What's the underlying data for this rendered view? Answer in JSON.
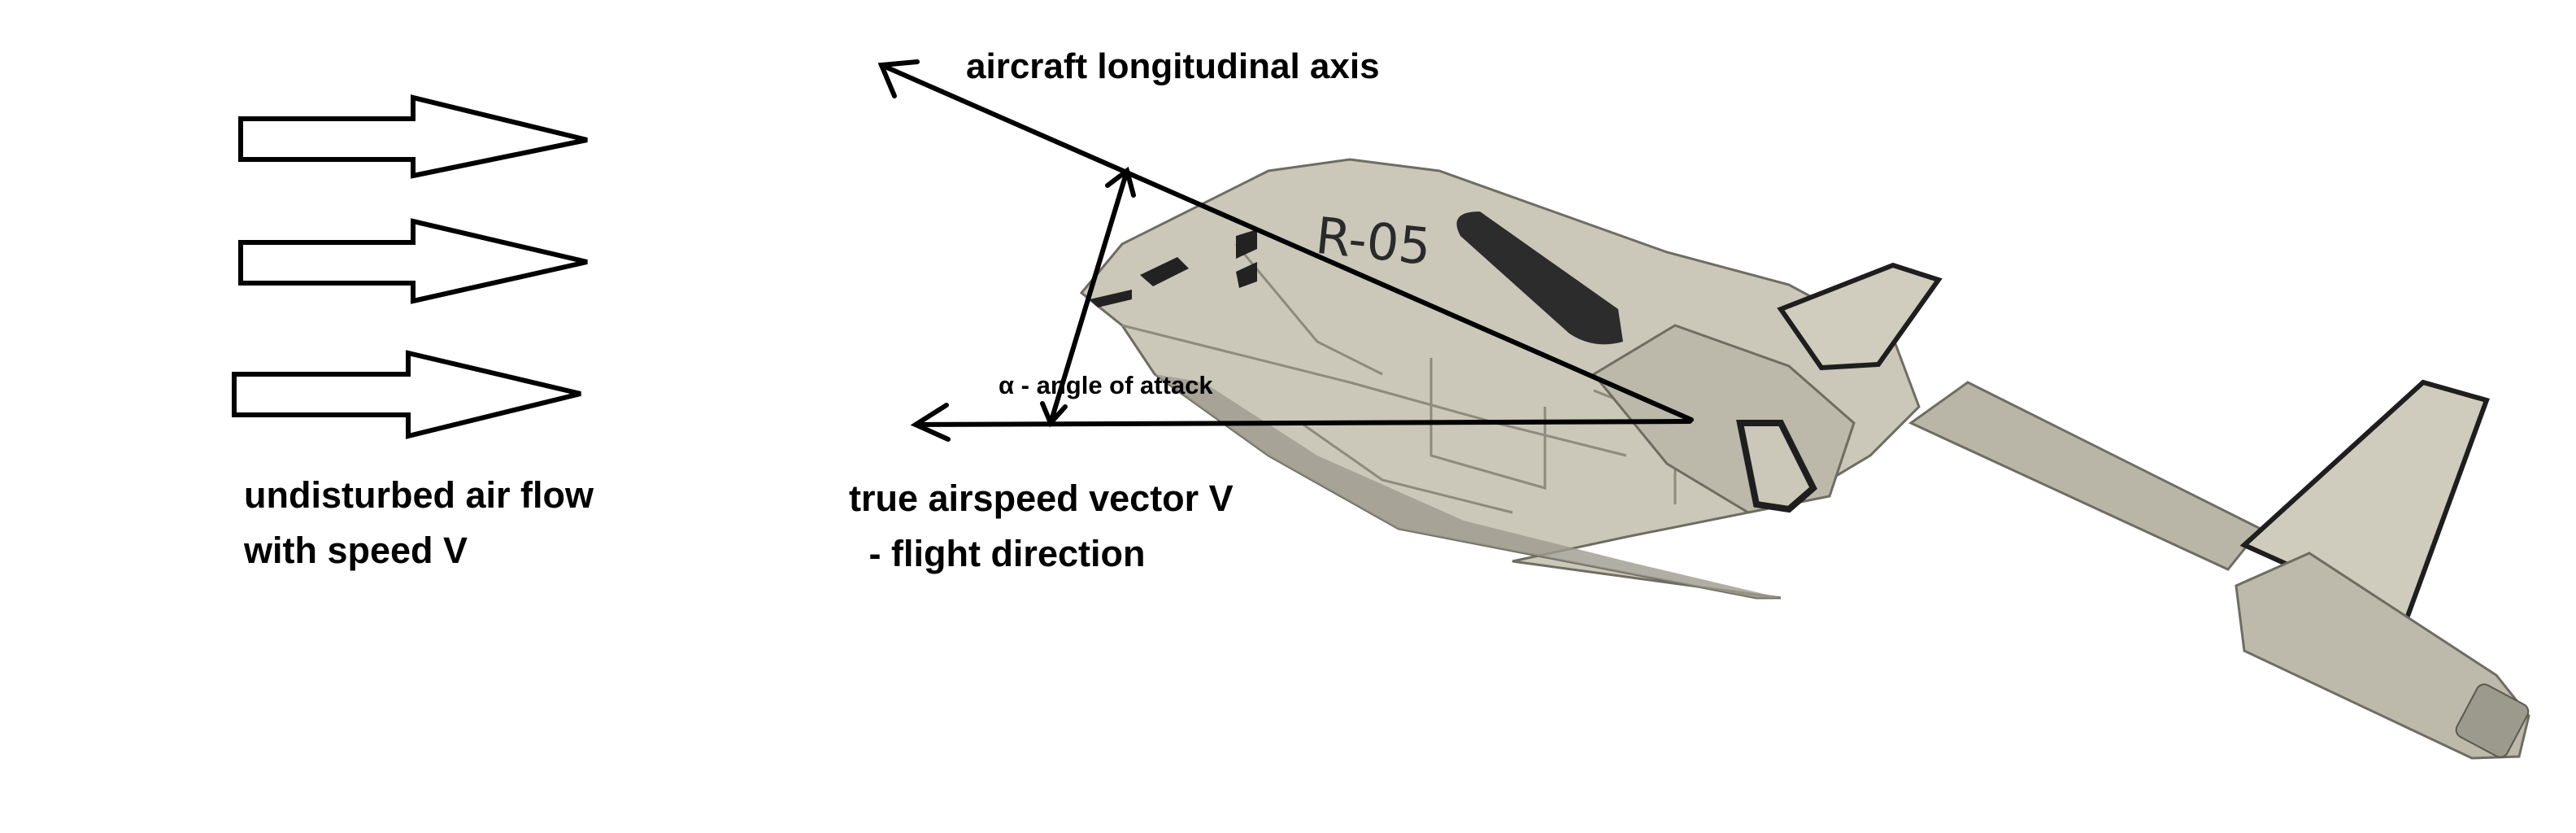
{
  "diagram": {
    "labels": {
      "longitudinal_axis": "aircraft longitudinal axis",
      "air_flow_line1": "undisturbed air flow",
      "air_flow_line2": "with speed V",
      "airspeed_line1": "true airspeed vector V",
      "airspeed_line2": " - flight direction",
      "angle_of_attack": "α - angle of attack"
    },
    "aircraft_marking": "R-05",
    "colors": {
      "ink": "#000000",
      "background": "#ffffff",
      "hull": "#c9c5b7",
      "hull_shadow": "#8d8a7e",
      "hull_dark": "#2c2c2c"
    }
  }
}
